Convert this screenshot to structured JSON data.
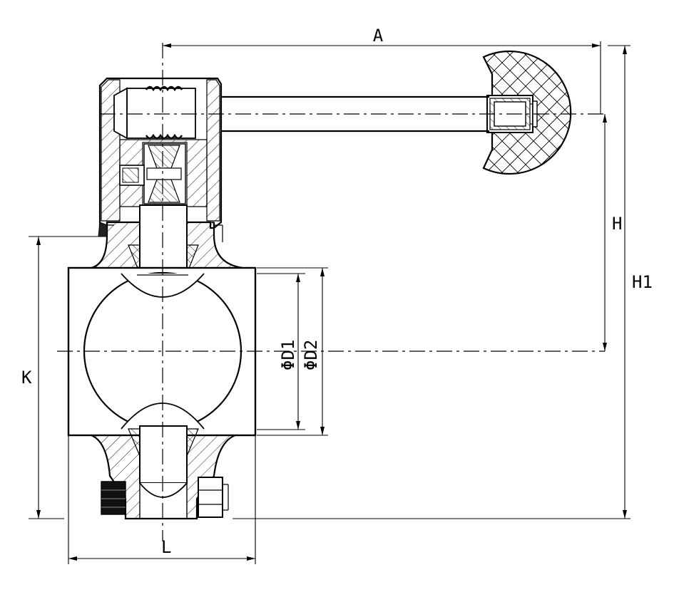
{
  "dimensions": {
    "A": "A",
    "H": "H",
    "H1": "H1",
    "K": "K",
    "L": "L",
    "D1": "ΦD1",
    "D2": "ΦD2"
  }
}
